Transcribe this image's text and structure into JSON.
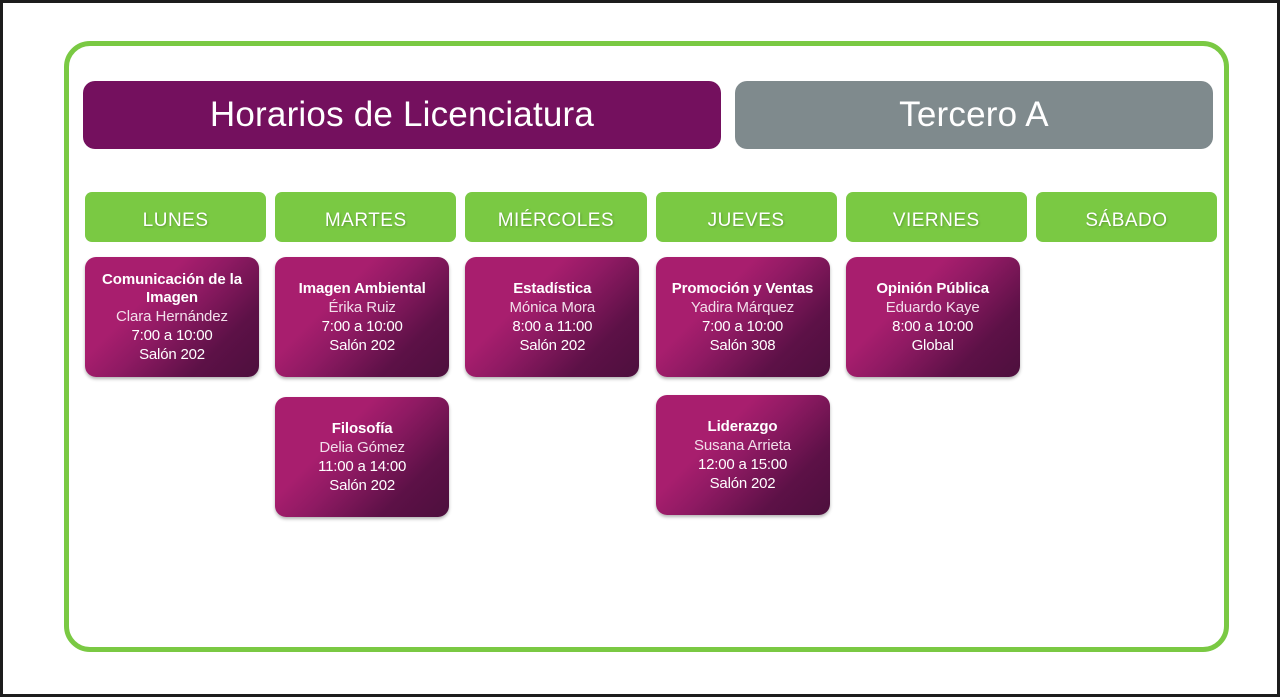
{
  "header": {
    "title": "Horarios de Licenciatura",
    "section": "Tercero A"
  },
  "colors": {
    "brand_purple": "#74105e",
    "card_magenta": "#a81e6e",
    "card_dark": "#4d0f3d",
    "green": "#7ac943",
    "gray": "#7f8a8d",
    "frame_border": "#7ac943",
    "outer_border": "#1d1d1d"
  },
  "days": [
    {
      "label": "Lunes",
      "classes": [
        {
          "title": "Comunicación de la Imagen",
          "teacher": "Clara Hernández",
          "time": "7:00 a 10:00",
          "room": "Salón 202"
        }
      ]
    },
    {
      "label": "Martes",
      "classes": [
        {
          "title": "Imagen Ambiental",
          "teacher": "Érika Ruiz",
          "time": "7:00 a 10:00",
          "room": "Salón 202"
        },
        {
          "title": "Filosofía",
          "teacher": "Delia Gómez",
          "time": "11:00 a 14:00",
          "room": "Salón 202"
        }
      ]
    },
    {
      "label": "Miércoles",
      "classes": [
        {
          "title": "Estadística",
          "teacher": "Mónica Mora",
          "time": "8:00 a 11:00",
          "room": "Salón 202"
        }
      ]
    },
    {
      "label": "Jueves",
      "classes": [
        {
          "title": "Promoción y Ventas",
          "teacher": "Yadira Márquez",
          "time": "7:00 a 10:00",
          "room": "Salón 308"
        },
        {
          "title": "Liderazgo",
          "teacher": "Susana Arrieta",
          "time": "12:00 a 15:00",
          "room": "Salón 202"
        }
      ]
    },
    {
      "label": "Viernes",
      "classes": [
        {
          "title": "Opinión Pública",
          "teacher": "Eduardo Kaye",
          "time": "8:00 a 10:00",
          "room": "Global"
        }
      ]
    },
    {
      "label": "Sábado",
      "classes": []
    }
  ]
}
